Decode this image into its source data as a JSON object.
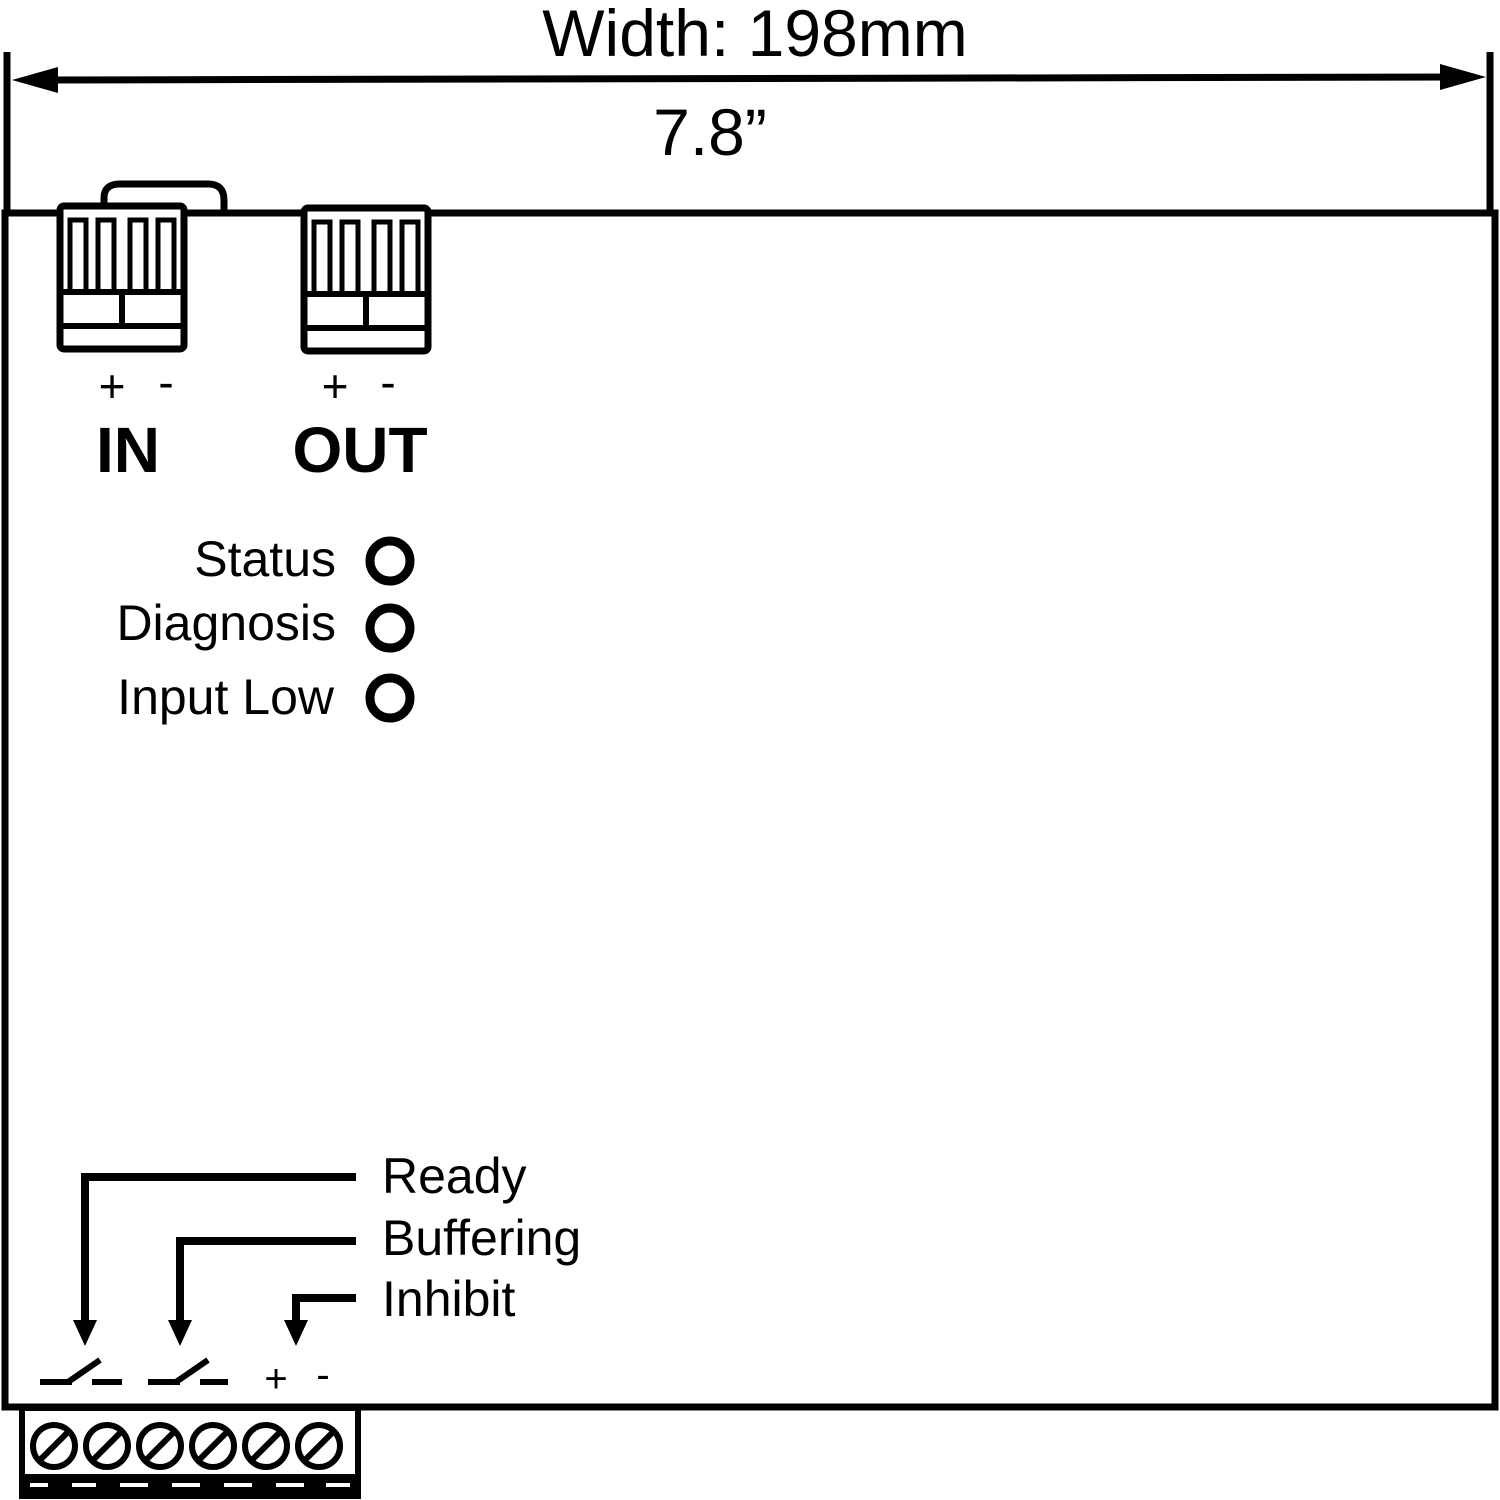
{
  "dimension": {
    "width_label": "Width: 198mm",
    "inch_label": "7.8”"
  },
  "terminals": {
    "input": {
      "plus": "+",
      "minus": "-",
      "label": "IN"
    },
    "output": {
      "plus": "+",
      "minus": "-",
      "label": "OUT"
    }
  },
  "indicators": [
    {
      "label": "Status"
    },
    {
      "label": "Diagnosis"
    },
    {
      "label": "Input Low"
    }
  ],
  "signals": [
    {
      "label": "Ready"
    },
    {
      "label": "Buffering"
    },
    {
      "label": "Inhibit"
    }
  ],
  "inhibit_polarity": {
    "plus": "+",
    "minus": "-"
  }
}
